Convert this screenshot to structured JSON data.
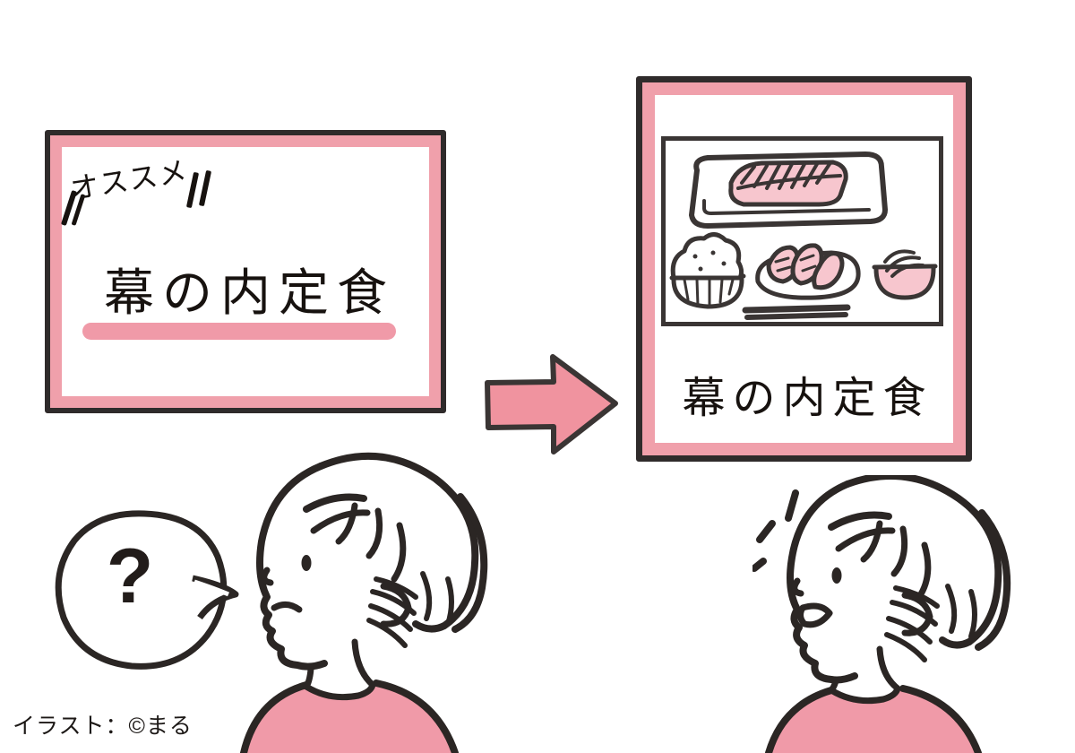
{
  "page": {
    "caption": "イラスト：©まる",
    "background_color": "#ffffff"
  },
  "colors": {
    "pink_accent": "#f0a0ab",
    "pink_fill": "#f09aa8",
    "pink_light": "#f7c6ce",
    "ink_black": "#2f2b2b",
    "text_black": "#17120f"
  },
  "left_sign": {
    "badge_label": "オススメ",
    "title": "幕の内定食",
    "underline_color": "#f09aa8",
    "frame_border_color": "#2f2b2b",
    "frame_accent_color": "#f0a0ab"
  },
  "arrow": {
    "direction": "right",
    "fill_color": "#f0939f",
    "stroke_color": "#3a3534"
  },
  "right_panel": {
    "title": "幕の内定食",
    "frame_border_color": "#2f2b2b",
    "frame_accent_color": "#f0a0ab",
    "food_illustration": {
      "items": [
        "grilled-fish-on-plate",
        "rice-bowl",
        "sliced-meat-plate",
        "small-side-dish-bowl",
        "chopsticks"
      ]
    }
  },
  "characters": {
    "left": {
      "name": "confused-person",
      "speech_bubble_text": "?",
      "shirt_color": "#f09aa8"
    },
    "right": {
      "name": "surprised-person",
      "emotion_marks": 3,
      "shirt_color": "#f09aa8"
    }
  }
}
